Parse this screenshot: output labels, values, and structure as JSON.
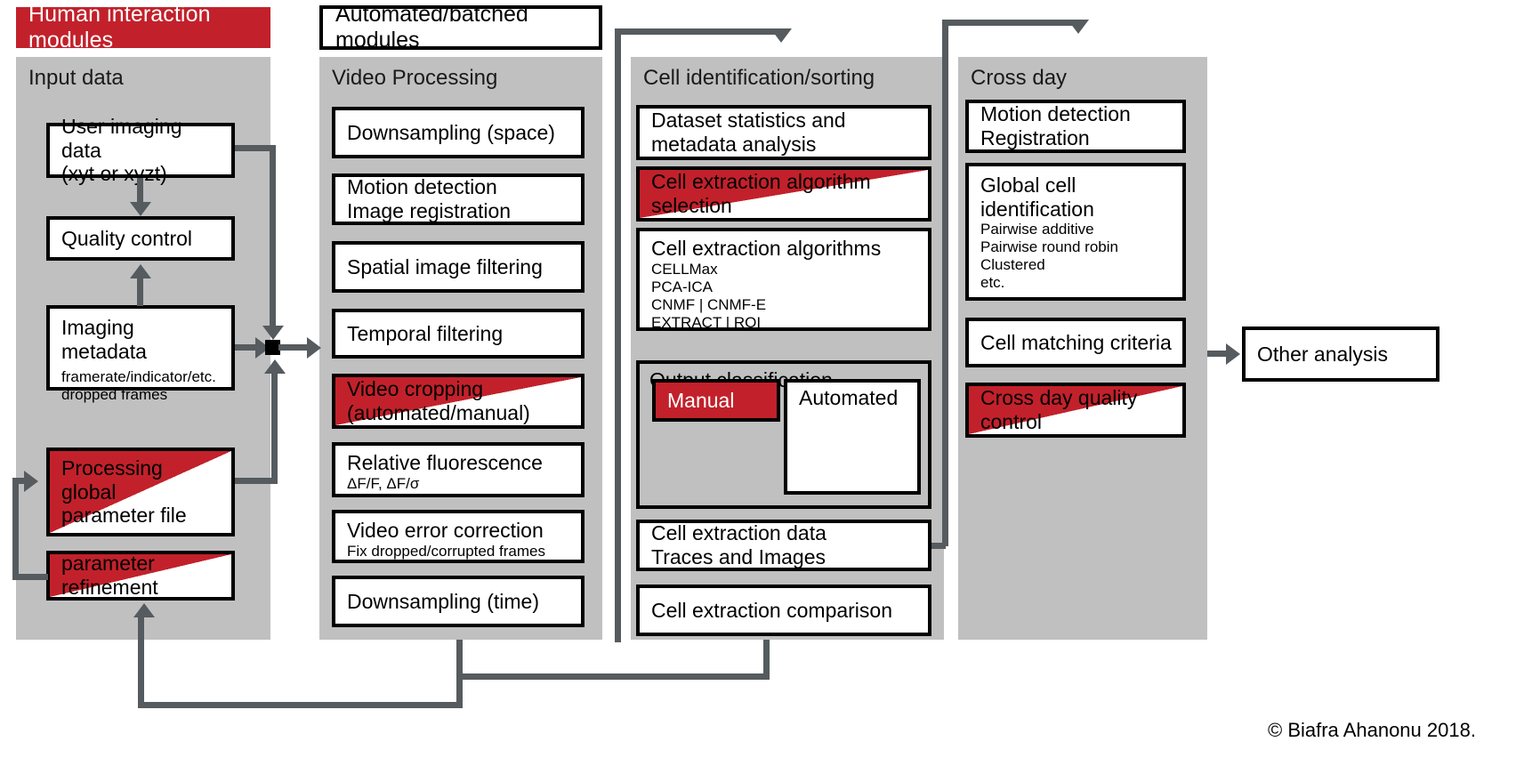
{
  "legend": {
    "human": "Human interaction modules",
    "automated": "Automated/batched modules"
  },
  "groups": {
    "input": {
      "title": "Input data",
      "nodes": {
        "user_imaging": {
          "title": "User imaging data\n(xyt or xyzt)"
        },
        "quality_control": {
          "title": "Quality control"
        },
        "imaging_metadata": {
          "title": "Imaging metadata",
          "sub": "framerate/indicator/etc.\ndropped frames"
        },
        "global_param": {
          "title": "Processing global\nparameter file"
        },
        "param_refine": {
          "title": "parameter\nrefinement"
        }
      }
    },
    "video": {
      "title": "Video Processing",
      "nodes": {
        "downsample_space": {
          "title": "Downsampling  (space)"
        },
        "motion_detection": {
          "title": "Motion detection\nImage registration"
        },
        "spatial_filter": {
          "title": "Spatial image  filtering"
        },
        "temporal_filter": {
          "title": "Temporal filtering"
        },
        "video_cropping": {
          "title": "Video cropping\n(automated/manual)"
        },
        "relative_fluor": {
          "title": "Relative fluorescence",
          "sub": "ΔF/F, ΔF/σ"
        },
        "video_error": {
          "title": "Video error correction",
          "sub": "Fix dropped/corrupted frames"
        },
        "downsample_time": {
          "title": "Downsampling  (time)"
        }
      }
    },
    "cell": {
      "title": "Cell identification/sorting",
      "nodes": {
        "dataset_stats": {
          "title": "Dataset statistics and\nmetadata analysis"
        },
        "algo_selection": {
          "title": "Cell extraction algorithm\nselection"
        },
        "algorithms": {
          "title": "Cell extraction algorithms",
          "sub": "CELLMax\nPCA-ICA\nCNMF | CNMF-E\nEXTRACT | ROI"
        },
        "output_classification": {
          "title": "Output classification",
          "manual": "Manual",
          "automated": "Automated"
        },
        "extraction_data": {
          "title": "Cell extraction data\nTraces and Images"
        },
        "extraction_comparison": {
          "title": "Cell extraction comparison"
        }
      }
    },
    "crossday": {
      "title": "Cross day",
      "nodes": {
        "motion_registration": {
          "title": "Motion detection\nRegistration"
        },
        "global_cell_id": {
          "title": "Global cell\nidentification",
          "sub": "Pairwise additive\nPairwise round robin\nClustered\netc."
        },
        "matching_criteria": {
          "title": "Cell matching criteria"
        },
        "quality_control": {
          "title": "Cross day quality\ncontrol"
        }
      }
    }
  },
  "other_analysis": {
    "title": "Other analysis"
  },
  "copyright": "© Biafra Ahanonu 2018.",
  "colors": {
    "human_red": "#C2212B",
    "group_gray": "#C0C0C0",
    "connector_gray": "#555B5E",
    "border_black": "#000000",
    "node_white": "#FFFFFF"
  }
}
